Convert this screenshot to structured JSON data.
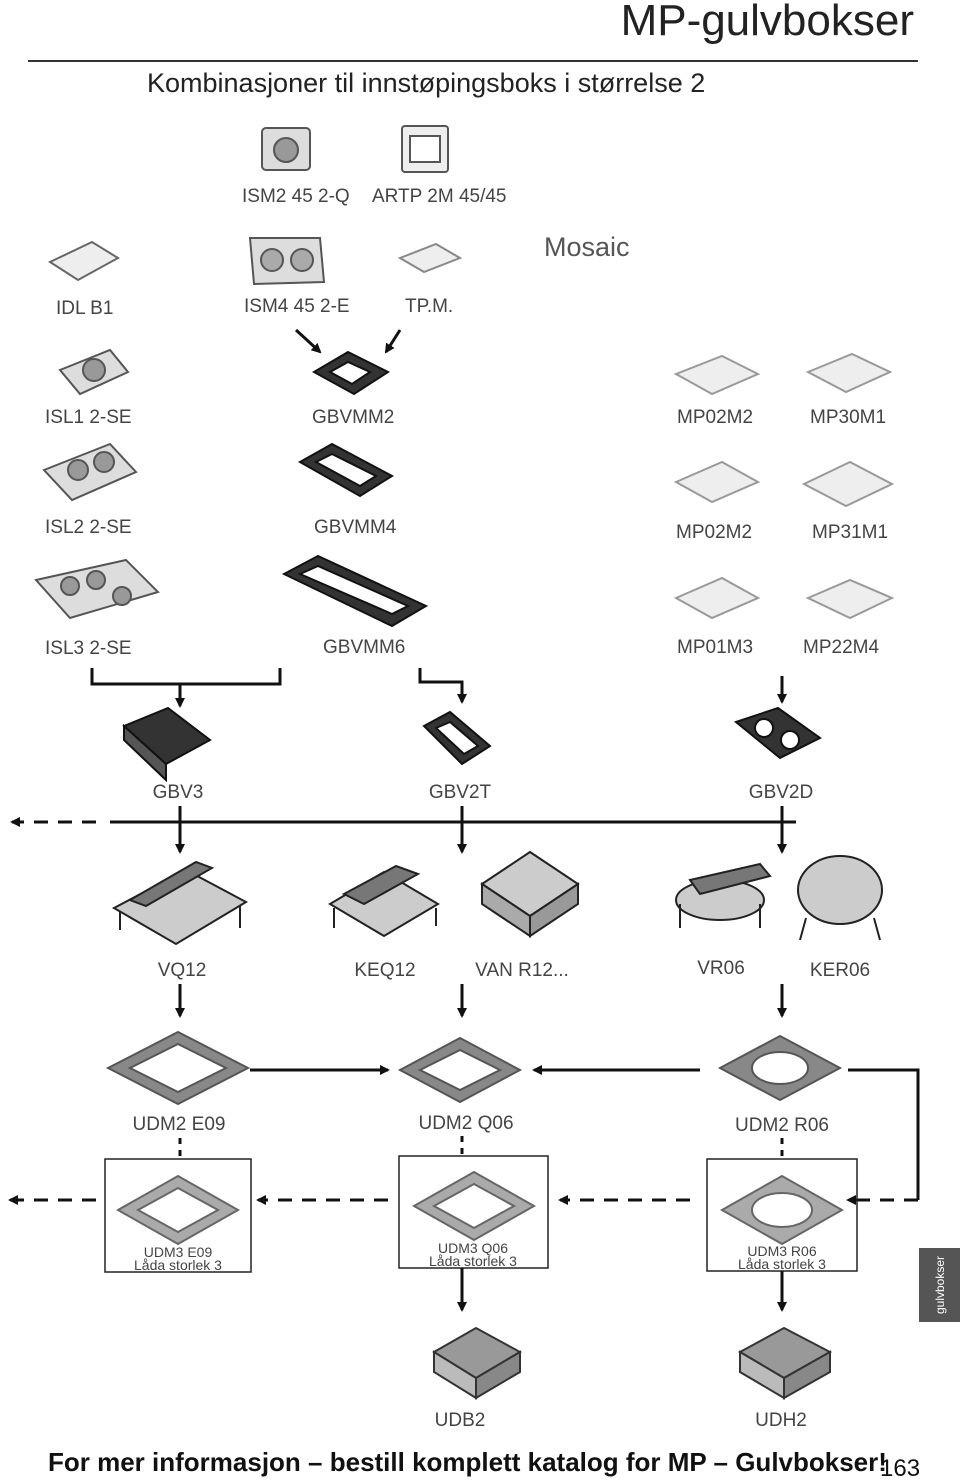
{
  "header": {
    "title": "MP-gulvbokser",
    "subtitle": "Kombinasjoner til innstøpingsboks i størrelse 2"
  },
  "products": {
    "ism2": "ISM2 45 2-Q",
    "artp": "ARTP 2M 45/45",
    "mosaic": "Mosaic",
    "idl": "IDL B1",
    "ism4": "ISM4 45 2-E",
    "tpm": "TP.M.",
    "isl1": "ISL1 2-SE",
    "gbvmm2": "GBVMM2",
    "mp02m2_a": "MP02M2",
    "mp30m1": "MP30M1",
    "isl2": "ISL2 2-SE",
    "gbvmm4": "GBVMM4",
    "mp02m2_b": "MP02M2",
    "mp31m1": "MP31M1",
    "isl3": "ISL3 2-SE",
    "gbvmm6": "GBVMM6",
    "mp01m3": "MP01M3",
    "mp22m4": "MP22M4",
    "gbv3": "GBV3",
    "gbv2t": "GBV2T",
    "gbv2d": "GBV2D",
    "vq12": "VQ12",
    "keq12": "KEQ12",
    "van": "VAN R12...",
    "vr06": "VR06",
    "ker06": "KER06",
    "udm2e": "UDM2 E09",
    "udm2q": "UDM2 Q06",
    "udm2r": "UDM2 R06",
    "udm3e_name": "UDM3 E09",
    "udm3e_size": "Låda storlek 3",
    "udm3q_name": "UDM3 Q06",
    "udm3q_size": "Låda storlek 3",
    "udm3r_name": "UDM3 R06",
    "udm3r_size": "Låda storlek 3",
    "udb2": "UDB2",
    "udh2": "UDH2"
  },
  "footer": {
    "text": "For mer informasjon – bestill komplett katalog for MP – Gulvbokser!",
    "page": "163"
  },
  "sidebar_tab": "gulvbokser"
}
